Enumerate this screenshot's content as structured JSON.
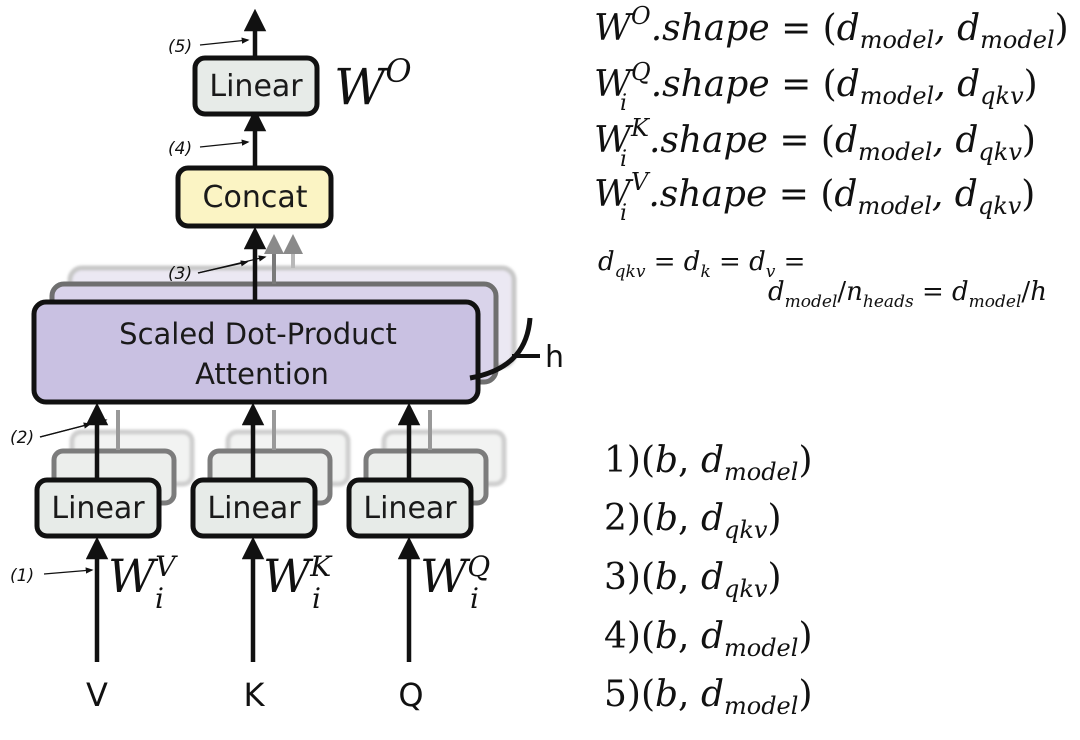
{
  "diagram": {
    "output_linear": {
      "label": "Linear",
      "weight": "W",
      "weight_sup": "O"
    },
    "concat": {
      "label": "Concat"
    },
    "attention": {
      "line1": "Scaled Dot-Product",
      "line2": "Attention"
    },
    "heads_label": "h",
    "projections": [
      {
        "label": "Linear",
        "weight": "W",
        "sub": "i",
        "sup": "V",
        "input": "V"
      },
      {
        "label": "Linear",
        "weight": "W",
        "sub": "i",
        "sup": "K",
        "input": "K"
      },
      {
        "label": "Linear",
        "weight": "W",
        "sub": "i",
        "sup": "Q",
        "input": "Q"
      }
    ],
    "annotations": [
      "(1)",
      "(2)",
      "(3)",
      "(4)",
      "(5)"
    ]
  },
  "shapes": {
    "items": [
      {
        "w": "W",
        "sup": "O",
        "sub": "",
        "attr": ".shape",
        "rows": "model",
        "cols": "model"
      },
      {
        "w": "W",
        "sup": "Q",
        "sub": "i",
        "attr": ".shape",
        "rows": "model",
        "cols": "qkv"
      },
      {
        "w": "W",
        "sup": "K",
        "sub": "i",
        "attr": ".shape",
        "rows": "model",
        "cols": "qkv"
      },
      {
        "w": "W",
        "sup": "V",
        "sub": "i",
        "attr": ".shape",
        "rows": "model",
        "cols": "qkv"
      }
    ],
    "dqkv": {
      "d": "d",
      "subs": [
        "qkv",
        "k",
        "v"
      ],
      "rhs_a_sub": "model",
      "rhs_a_div_sub": "heads",
      "n": "n",
      "rhs_b_sub": "model",
      "h": "h"
    }
  },
  "tensor_shapes": [
    {
      "num": "1)",
      "b": "b",
      "sub": "model"
    },
    {
      "num": "2)",
      "b": "b",
      "sub": "qkv"
    },
    {
      "num": "3)",
      "b": "b",
      "sub": "qkv"
    },
    {
      "num": "4)",
      "b": "b",
      "sub": "model"
    },
    {
      "num": "5)",
      "b": "b",
      "sub": "model"
    }
  ],
  "colors": {
    "linear_fill": "#e7ebe8",
    "concat_fill": "#fbf4c4",
    "attention_fill": "#c9c1e2",
    "stroke": "#111111"
  }
}
